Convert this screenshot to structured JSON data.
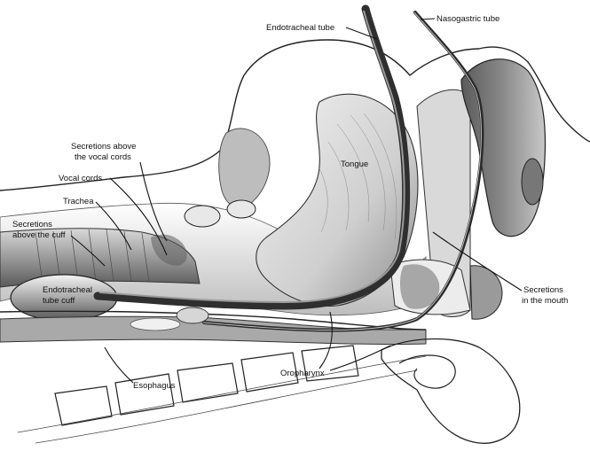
{
  "labels": {
    "endotracheal_tube": "Endotracheal tube",
    "nasogastric_tube": "Nasogastric tube",
    "secretions_vocal_line1": "Secretions above",
    "secretions_vocal_line2": "the vocal cords",
    "vocal_cords": "Vocal cords",
    "trachea": "Trachea",
    "secretions_cuff_line1": "Secretions",
    "secretions_cuff_line2": "above the cuff",
    "tongue": "Tongue",
    "et_cuff_line1": "Endotracheal",
    "et_cuff_line2": "tube cuff",
    "secretions_mouth_line1": "Secretions",
    "secretions_mouth_line2": "in the mouth",
    "oropharynx": "Oropharynx",
    "esophagus": "Esophagus"
  },
  "colors": {
    "background": "#ffffff",
    "ink": "#111111",
    "tissue_light": "#e6e6e6",
    "tissue_mid": "#bdbdbd",
    "tissue_dark": "#6e6e6e",
    "tube": "#3a3a3a"
  }
}
